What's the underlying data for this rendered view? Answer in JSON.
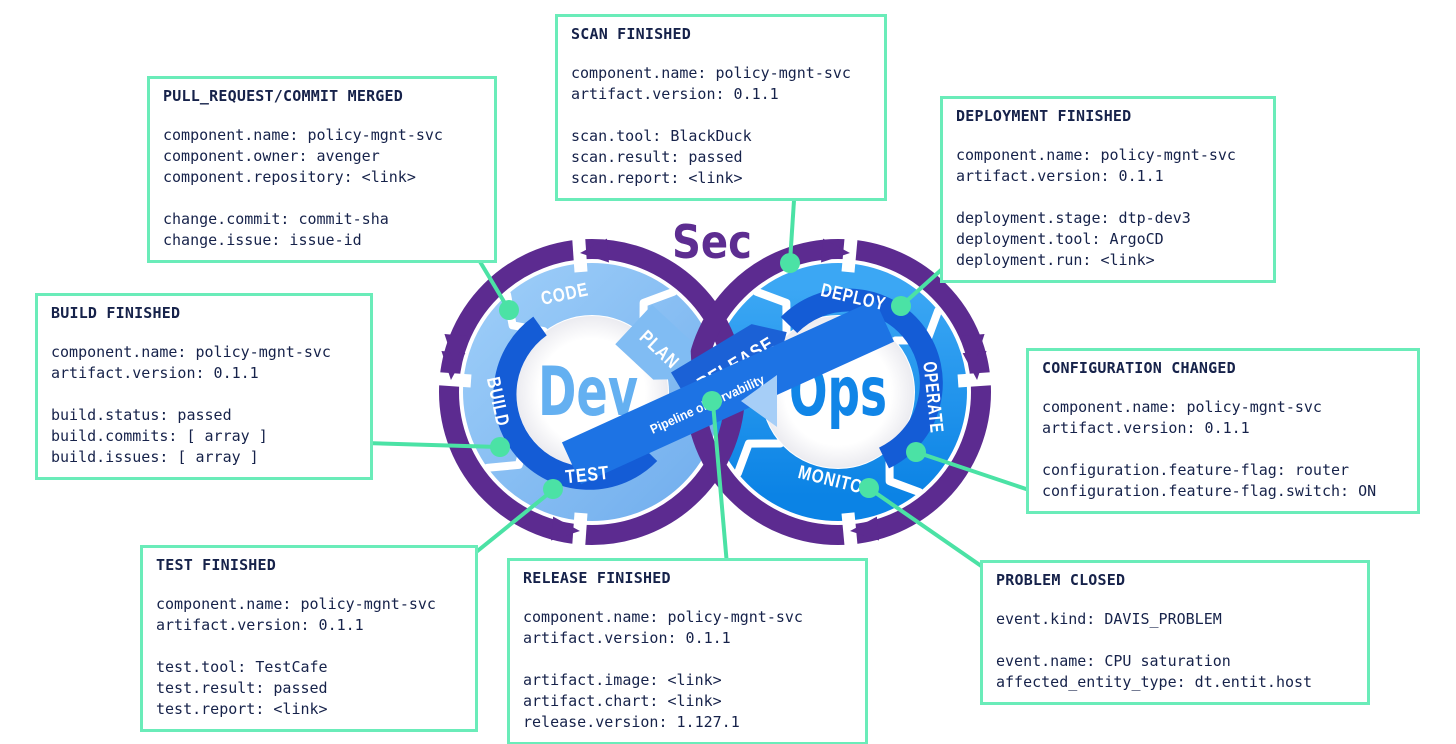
{
  "diagram": {
    "sec_label": "Sec",
    "dev_label": "Dev",
    "ops_label": "Ops",
    "ribbon_label": "Pipeline observability",
    "stages": {
      "code": "CODE",
      "plan": "PLAN",
      "build": "BUILD",
      "test": "TEST",
      "release": "RELEASE",
      "deploy": "DEPLOY",
      "operate": "OPERATE",
      "monitor": "MONITOR"
    },
    "colors": {
      "purple": "#5c2b90",
      "dev_text_blue": "#64b0f1",
      "ops_text_blue": "#1085e7",
      "left_ring_blue": "#86bff4",
      "right_ring_blue": "#1e97f0",
      "ribbon_blue": "#145cd6",
      "band_blue": "#1d73e4",
      "mint": "#4be2a5",
      "mint_border": "#6aecb9",
      "text_navy": "#16224a"
    }
  },
  "events": [
    {
      "id": "pull-request-commit-merged",
      "title": "PULL_REQUEST/COMMIT MERGED",
      "lines": [
        "component.name: policy-mgnt-svc",
        "component.owner: avenger",
        "component.repository: <link>",
        "",
        "change.commit: commit-sha",
        "change.issue: issue-id"
      ]
    },
    {
      "id": "scan-finished",
      "title": "SCAN FINISHED",
      "lines": [
        "component.name: policy-mgnt-svc",
        "artifact.version: 0.1.1",
        "",
        "scan.tool: BlackDuck",
        "scan.result: passed",
        "scan.report: <link>"
      ]
    },
    {
      "id": "deployment-finished",
      "title": "DEPLOYMENT FINISHED",
      "lines": [
        "component.name: policy-mgnt-svc",
        "artifact.version: 0.1.1",
        "",
        "deployment.stage: dtp-dev3",
        "deployment.tool: ArgoCD",
        "deployment.run: <link>"
      ]
    },
    {
      "id": "build-finished",
      "title": "BUILD FINISHED",
      "lines": [
        "component.name: policy-mgnt-svc",
        "artifact.version: 0.1.1",
        "",
        "build.status: passed",
        "build.commits: [ array ]",
        "build.issues: [ array ]"
      ]
    },
    {
      "id": "configuration-changed",
      "title": "CONFIGURATION CHANGED",
      "lines": [
        "component.name: policy-mgnt-svc",
        "artifact.version: 0.1.1",
        "",
        "configuration.feature-flag: router",
        "configuration.feature-flag.switch: ON"
      ]
    },
    {
      "id": "test-finished",
      "title": "TEST FINISHED",
      "lines": [
        "component.name: policy-mgnt-svc",
        "artifact.version: 0.1.1",
        "",
        "test.tool: TestCafe",
        "test.result: passed",
        "test.report: <link>"
      ]
    },
    {
      "id": "release-finished",
      "title": "RELEASE FINISHED",
      "lines": [
        "component.name: policy-mgnt-svc",
        "artifact.version: 0.1.1",
        "",
        "artifact.image: <link>",
        "artifact.chart: <link>",
        "release.version: 1.127.1"
      ]
    },
    {
      "id": "problem-closed",
      "title": "PROBLEM CLOSED",
      "lines": [
        "event.kind: DAVIS_PROBLEM",
        "",
        "event.name: CPU saturation",
        "affected_entity_type: dt.entit.host"
      ]
    }
  ]
}
